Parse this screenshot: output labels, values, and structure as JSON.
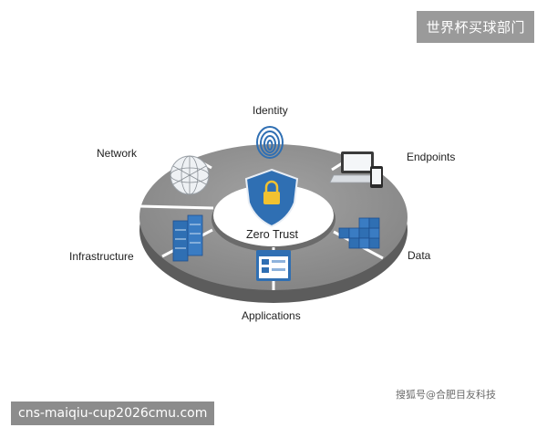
{
  "header": {
    "badge": "世界杯买球部门"
  },
  "footer": {
    "url_badge": "cns-maiqiu-cup2026cmu.com",
    "watermark": "搜狐号@合肥目友科技"
  },
  "diagram": {
    "center_label": "Zero Trust",
    "segments": [
      {
        "id": "identity",
        "label": "Identity",
        "icon": "fingerprint-icon"
      },
      {
        "id": "endpoints",
        "label": "Endpoints",
        "icon": "laptop-phone-icon"
      },
      {
        "id": "data",
        "label": "Data",
        "icon": "cubes-icon"
      },
      {
        "id": "applications",
        "label": "Applications",
        "icon": "app-window-icon"
      },
      {
        "id": "infrastructure",
        "label": "Infrastructure",
        "icon": "server-rack-icon"
      },
      {
        "id": "network",
        "label": "Network",
        "icon": "globe-network-icon"
      }
    ],
    "colors": {
      "ring_top": "#8f8f8f",
      "ring_side": "#5e5e5e",
      "accent_blue": "#2f6fb3",
      "accent_dark": "#1f4f8f"
    }
  }
}
